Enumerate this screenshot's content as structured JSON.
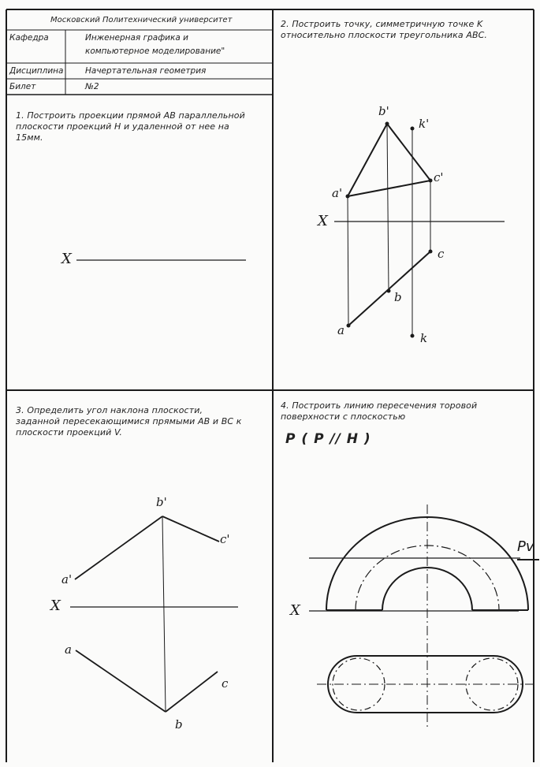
{
  "header": {
    "university": "Московский Политехнический университет",
    "rows": [
      {
        "key": "Кафедра",
        "value_line1": "Инженерная графика и",
        "value_line2": "компьютерное моделирование\""
      },
      {
        "key": "Дисциплина",
        "value_line1": "Начертательная геометрия"
      },
      {
        "key": "Билет",
        "value_line1": "№2"
      }
    ]
  },
  "tasks": [
    {
      "number": "1.",
      "text": "Построить проекции прямой AB параллельной плоскости проекций H и удаленной от нее на 15мм."
    },
    {
      "number": "2.",
      "text": "Построить точку, симметричную точке K относительно плоскости треугольника ABC."
    },
    {
      "number": "3.",
      "text": "Определить угол наклона плоскости, заданной пересекающимися прямыми AB и BC к плоскости проекций V."
    },
    {
      "number": "4.",
      "text": "Построить линию пересечения торовой поверхности с плоскостью",
      "formula": "P ( P // H )"
    }
  ],
  "labels": {
    "x": "X",
    "a_prime": "a'",
    "b_prime": "b'",
    "c_prime": "c'",
    "k_prime": "k'",
    "a": "a",
    "b": "b",
    "c": "c",
    "k": "k",
    "pv": "Pv"
  },
  "colors": {
    "line": "#1a1a1a",
    "paper": "#fbfbfa"
  }
}
